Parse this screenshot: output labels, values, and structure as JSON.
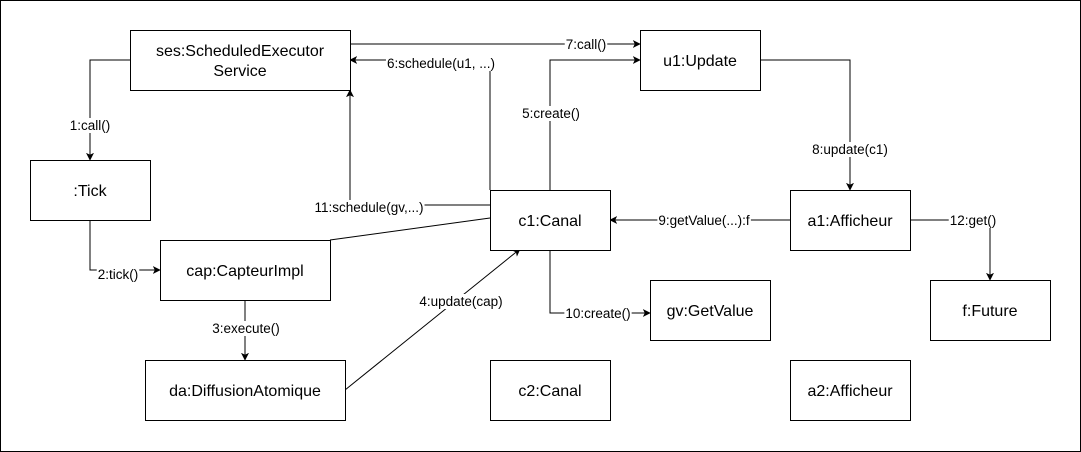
{
  "diagram": {
    "nodes": {
      "ses": [
        "ses:ScheduledExecutor",
        "Service"
      ],
      "tick": [
        ":Tick"
      ],
      "cap": [
        "cap:CapteurImpl"
      ],
      "da": [
        "da:DiffusionAtomique"
      ],
      "c1": [
        "c1:Canal"
      ],
      "c2": [
        "c2:Canal"
      ],
      "u1": [
        "u1:Update"
      ],
      "a1": [
        "a1:Afficheur"
      ],
      "a2": [
        "a2:Afficheur"
      ],
      "gv": [
        "gv:GetValue"
      ],
      "f": [
        "f:Future"
      ]
    },
    "messages": {
      "m1": "1:call()",
      "m2": "2:tick()",
      "m3": "3:execute()",
      "m4": "4:update(cap)",
      "m5": "5:create()",
      "m6": "6:schedule(u1, ...)",
      "m7": "7:call()",
      "m8": "8:update(c1)",
      "m9": "9:getValue(...):f",
      "m10": "10:create()",
      "m11": "11:schedule(gv,...)",
      "m12": "12:get()"
    }
  }
}
